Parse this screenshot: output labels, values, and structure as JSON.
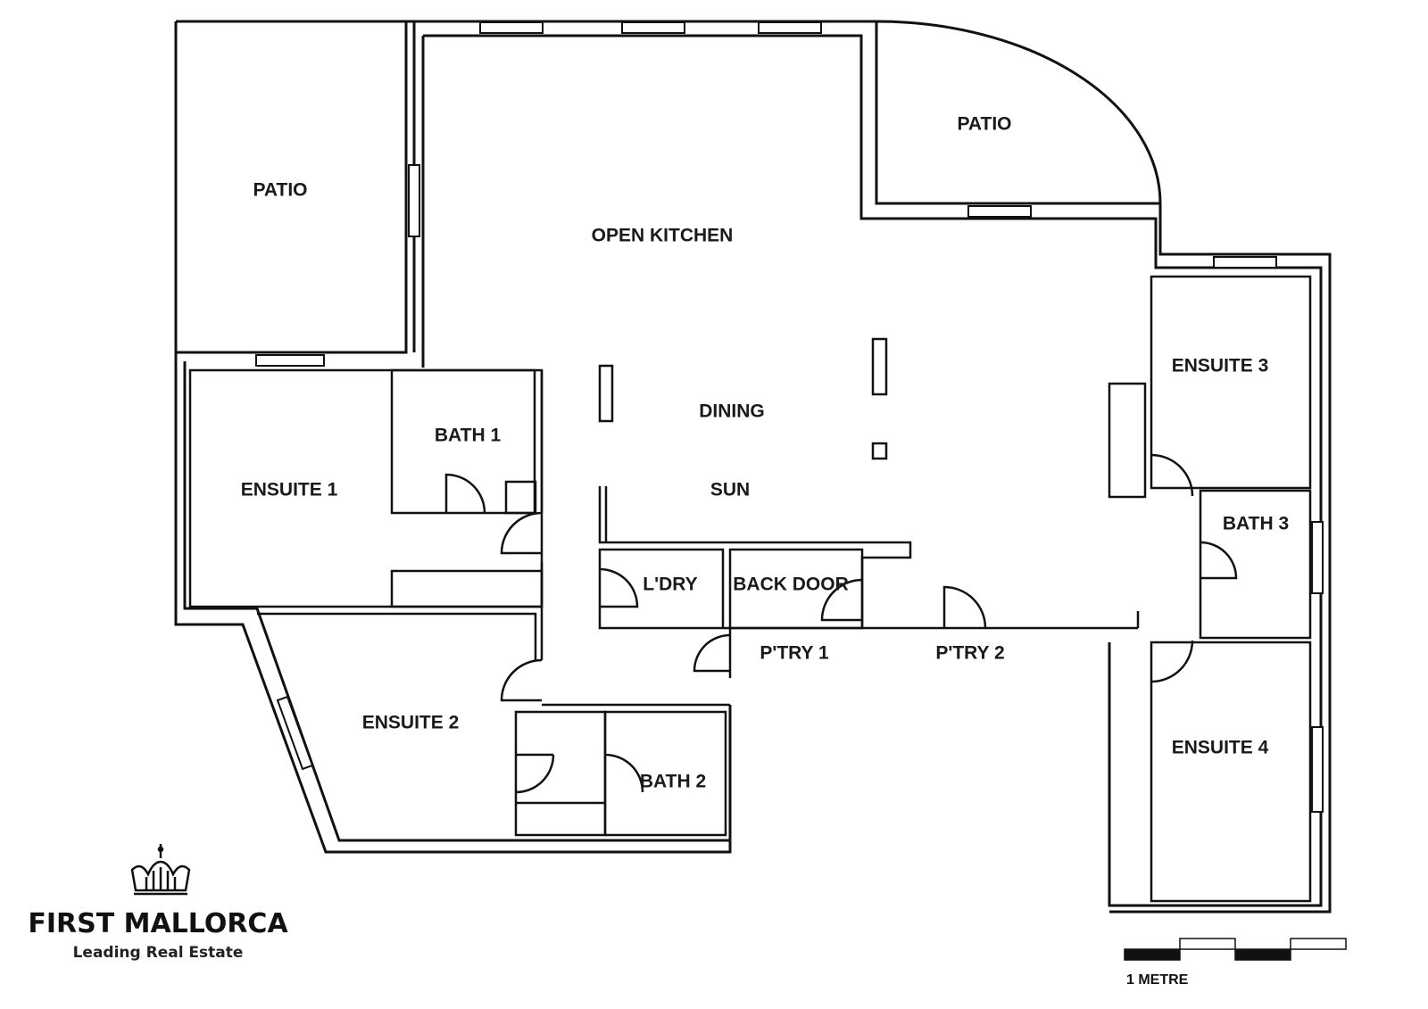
{
  "rooms": {
    "patio_left": "PATIO",
    "patio_right": "PATIO",
    "open_kitchen": "OPEN KITCHEN",
    "dining": "DINING",
    "sun": "SUN",
    "ensuite_1": "ENSUITE 1",
    "bath_1": "BATH 1",
    "ensuite_2": "ENSUITE 2",
    "bath_2": "BATH 2",
    "laundry": "L'DRY",
    "back_door": "BACK DOOR",
    "pantry_1": "P'TRY 1",
    "pantry_2": "P'TRY 2",
    "ensuite_3": "ENSUITE 3",
    "bath_3": "BATH 3",
    "ensuite_4": "ENSUITE 4"
  },
  "brand": {
    "name": "FIRST MALLORCA",
    "tagline": "Leading Real Estate",
    "logo_icon": "crown-icon"
  },
  "scale": {
    "label": "1 METRE"
  }
}
